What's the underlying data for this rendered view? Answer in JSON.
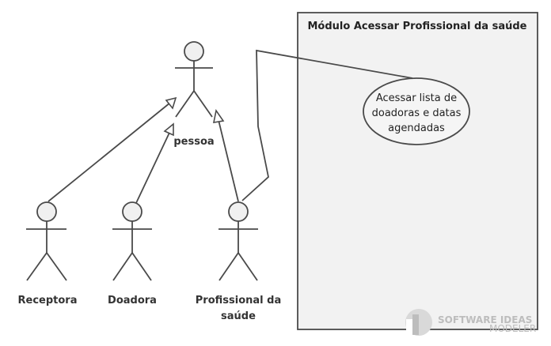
{
  "colors": {
    "line": "#4a4a4a",
    "actor_fill": "#f0f0f0",
    "boundary_fill": "#f2f2f2",
    "usecase_fill": "#f5f5f5",
    "watermark": "#bdbdbd"
  },
  "system_boundary": {
    "title": "Módulo Acessar Profissional da saúde"
  },
  "use_case": {
    "line1": "Acessar lista de",
    "line2": "doadoras e datas",
    "line3": "agendadas"
  },
  "actors": {
    "pessoa": "pessoa",
    "receptora": "Receptora",
    "doadora": "Doadora",
    "profissional_line1": "Profissional da",
    "profissional_line2": "saúde"
  },
  "watermark": {
    "line1": "SOFTWARE IDEAS",
    "line2": "MODELER"
  }
}
